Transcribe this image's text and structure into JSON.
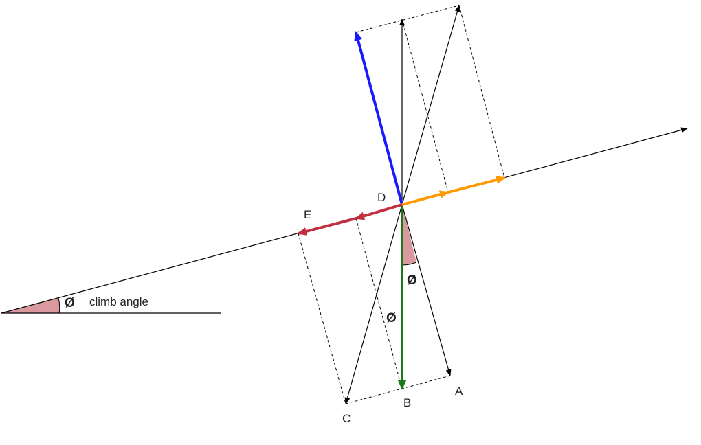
{
  "points": {
    "a": "A",
    "b": "B",
    "c": "C",
    "d": "D",
    "e": "E"
  },
  "angle_symbol": "Ø",
  "climb_label": "climb angle",
  "colors": {
    "lift": "#1a1aff",
    "weight": "#1a7a1a",
    "thrust": "#ff9900",
    "drag": "#c0303f",
    "angle_fill": "#d9999e",
    "line": "#000000"
  }
}
